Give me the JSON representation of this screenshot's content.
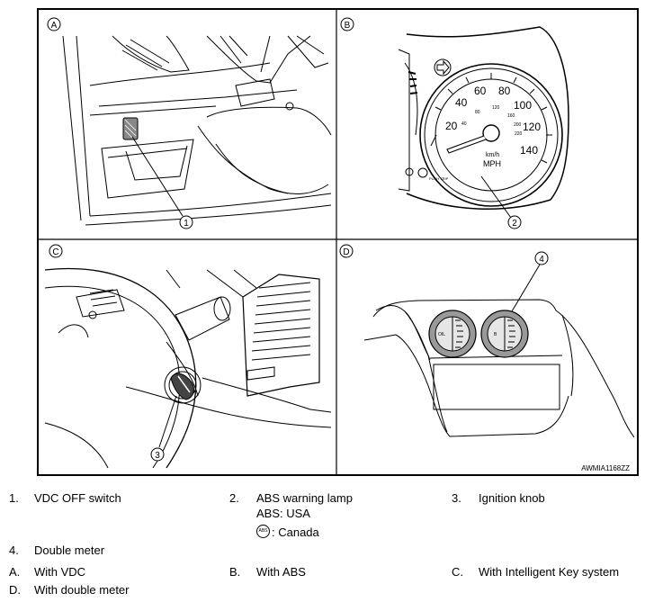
{
  "panels": {
    "a": {
      "letter": "A"
    },
    "b": {
      "letter": "B"
    },
    "c": {
      "letter": "C"
    },
    "d": {
      "letter": "D"
    }
  },
  "callouts": {
    "c1": "1",
    "c2": "2",
    "c3": "3",
    "c4": "4"
  },
  "speedometer": {
    "ticks": [
      "20",
      "40",
      "60",
      "80",
      "100",
      "120",
      "140"
    ],
    "kmh_ticks": [
      "40",
      "80",
      "120",
      "160",
      "200",
      "220"
    ],
    "kmh_label": "km/h",
    "mph_label": "MPH",
    "trip_label": "PUSH TRIP"
  },
  "gauges": {
    "left_letter": "OIL",
    "right_letter": "B"
  },
  "figure_code": "AWMIA1168ZZ",
  "legend": [
    {
      "num": "1.",
      "text": "VDC OFF switch"
    },
    {
      "num": "2.",
      "text": "ABS warning lamp",
      "line2": "ABS: USA",
      "icon": "ABS",
      "line3": ": Canada"
    },
    {
      "num": "3.",
      "text": "Ignition knob"
    },
    {
      "num": "4.",
      "text": "Double meter"
    },
    {
      "num": "A.",
      "text": "With VDC"
    },
    {
      "num": "B.",
      "text": "With ABS"
    },
    {
      "num": "C.",
      "text": "With Intelligent Key system"
    },
    {
      "num": "D.",
      "text": "With double meter"
    }
  ]
}
